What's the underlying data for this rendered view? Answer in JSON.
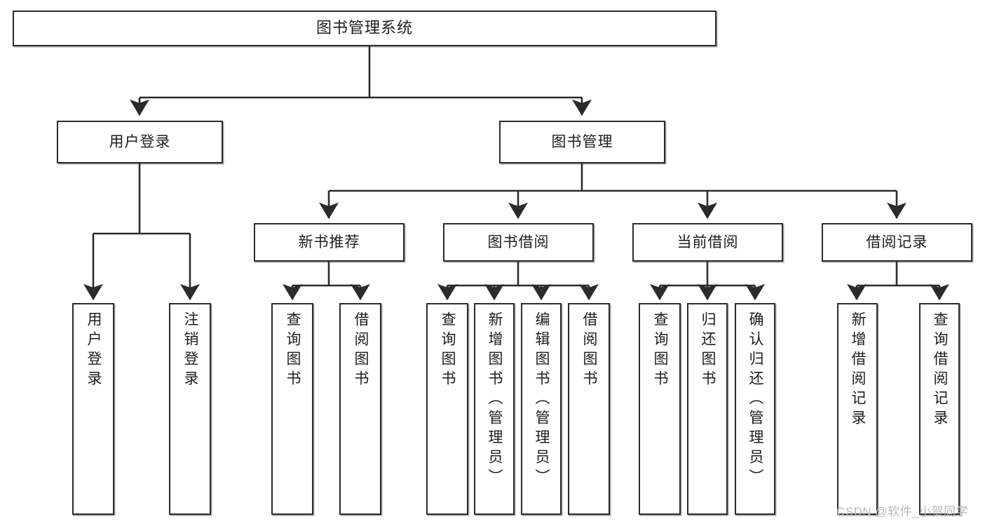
{
  "diagram": {
    "title": "图书管理系统",
    "type": "tree-hierarchy-chart",
    "orientation": "top-down",
    "line_color": "#2b2b2b",
    "box_fill": "#ffffff",
    "text_color": "#1d1d1d"
  },
  "watermark": {
    "text": "CSDN @软件_小贺同学",
    "color": "#b9b9b9"
  },
  "nodes": {
    "root": {
      "label": "图书管理系统"
    },
    "level1": [
      {
        "id": "user-login",
        "label": "用户登录"
      },
      {
        "id": "book-manage",
        "label": "图书管理"
      }
    ],
    "level2": [
      {
        "id": "new-book-recommend",
        "label": "新书推荐"
      },
      {
        "id": "book-borrow",
        "label": "图书借阅"
      },
      {
        "id": "current-borrow",
        "label": "当前借阅"
      },
      {
        "id": "borrow-record",
        "label": "借阅记录"
      }
    ],
    "leaves": {
      "user_login": [
        {
          "id": "leaf-user-login",
          "label": "用户登录"
        },
        {
          "id": "leaf-user-logout",
          "label": "注销登录"
        }
      ],
      "new_book_recommend": [
        {
          "id": "leaf-query-book-1",
          "label": "查询图书"
        },
        {
          "id": "leaf-borrow-book-1",
          "label": "借阅图书"
        }
      ],
      "book_borrow": [
        {
          "id": "leaf-query-book-2",
          "label": "查询图书"
        },
        {
          "id": "leaf-add-book",
          "label": "新增图书（管理员）"
        },
        {
          "id": "leaf-edit-book",
          "label": "编辑图书（管理员）"
        },
        {
          "id": "leaf-borrow-book-2",
          "label": "借阅图书"
        }
      ],
      "current_borrow": [
        {
          "id": "leaf-query-book-3",
          "label": "查询图书"
        },
        {
          "id": "leaf-return-book",
          "label": "归还图书"
        },
        {
          "id": "leaf-confirm-return",
          "label": "确认归还（管理员）"
        }
      ],
      "borrow_record": [
        {
          "id": "leaf-add-record",
          "label": "新增借阅记录"
        },
        {
          "id": "leaf-query-record",
          "label": "查询借阅记录"
        }
      ]
    }
  }
}
